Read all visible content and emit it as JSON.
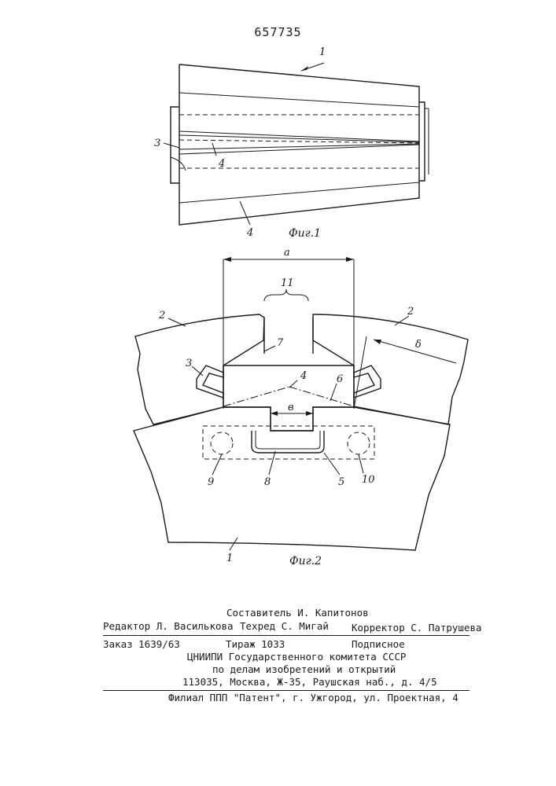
{
  "patent_number": "657735",
  "figure1": {
    "caption": "Фиг.1",
    "labels": {
      "l1": "1",
      "l3": "3",
      "l4a": "4",
      "l4b": "4"
    }
  },
  "figure2": {
    "caption": "Фиг.2",
    "labels": {
      "a": "a",
      "l11": "11",
      "l2a": "2",
      "l2b": "2",
      "l7": "7",
      "delta": "δ",
      "l3": "3",
      "l4": "4",
      "l6": "6",
      "v": "в",
      "l9": "9",
      "l8": "8",
      "l5": "5",
      "l10": "10",
      "l1": "1"
    }
  },
  "footer": {
    "compiler": "Составитель И. Капитонов",
    "editor": "Редактор Л. Василькова",
    "techred": "Техред С. Мигай",
    "corrector": "Корректор С. Патрушева",
    "order": "Заказ 1639/63",
    "print_run": "Тираж 1033",
    "subscription": "Подписное",
    "org1": "ЦНИИПИ Государственного комитета СССР",
    "org2": "по делам изобретений и открытий",
    "address": "113035, Москва, Ж-35, Раушская наб., д. 4/5",
    "branch": "Филиал ППП \"Патент\", г. Ужгород, ул. Проектная, 4"
  }
}
